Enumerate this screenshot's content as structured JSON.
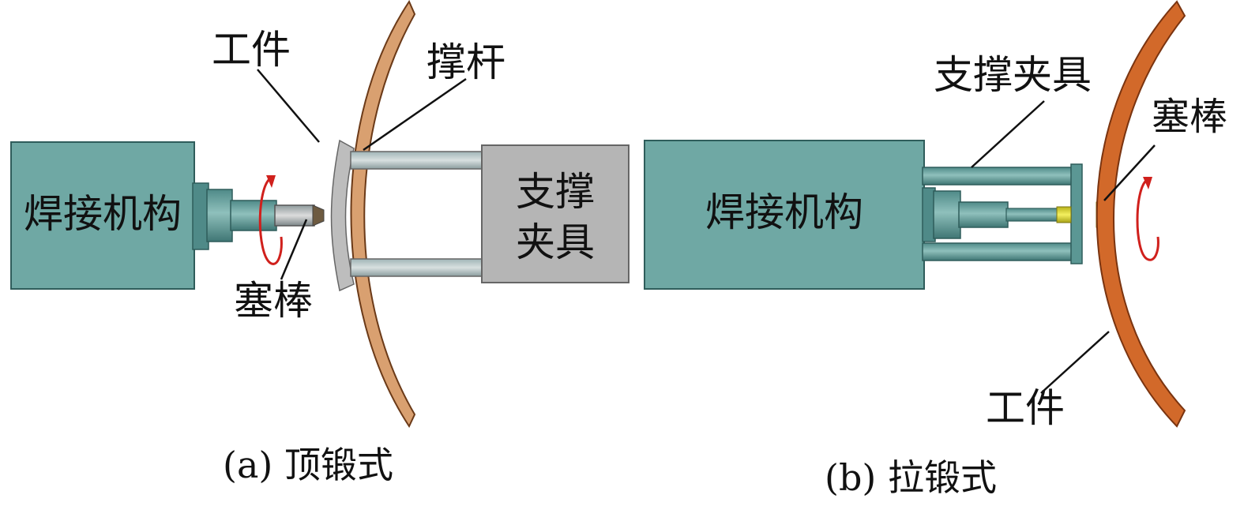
{
  "panel_a": {
    "welding_unit": "焊接机构",
    "workpiece": "工件",
    "strut": "撑杆",
    "support_fixture_line1": "支撑",
    "support_fixture_line2": "夹具",
    "plug_rod": "塞棒",
    "caption": "(a) 顶锻式"
  },
  "panel_b": {
    "welding_unit": "焊接机构",
    "support_fixture": "支撑夹具",
    "plug_rod": "塞棒",
    "workpiece": "工件",
    "caption": "(b) 拉锻式"
  },
  "colors": {
    "machine_teal": "#6fa8a4",
    "workpiece_a": "#d9a070",
    "workpiece_b": "#d2692a",
    "fixture_gray": "#b5b5b5",
    "rotation_arrow": "#d0201c",
    "plug_yellow": "#e6e02a"
  }
}
